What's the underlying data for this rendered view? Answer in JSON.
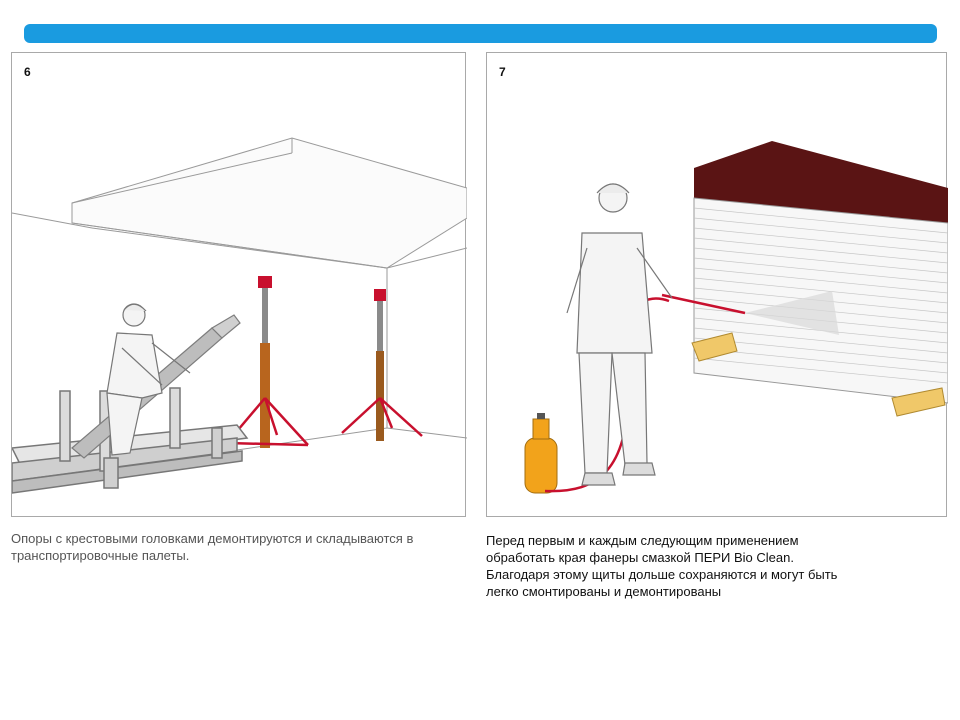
{
  "colors": {
    "bar": "#1a9be0",
    "prop_red": "#c8102e",
    "prop_brown": "#b8651e",
    "tank_orange": "#f2a31b",
    "plywood_top": "#5a1414",
    "timber": "#f0c869"
  },
  "panels": [
    {
      "number": "6",
      "caption": "Опоры с крестовыми головками демонтируются и складываются в транспортировочные палеты."
    },
    {
      "number": "7",
      "caption_lines": [
        "Перед первым и каждым следующим применением",
        "обработать края фанеры смазкой ПЕРИ Bio Clean.",
        "Благодаря этому щиты дольше сохраняются и могут быть",
        "легко смонтированы и демонтированы"
      ]
    }
  ]
}
